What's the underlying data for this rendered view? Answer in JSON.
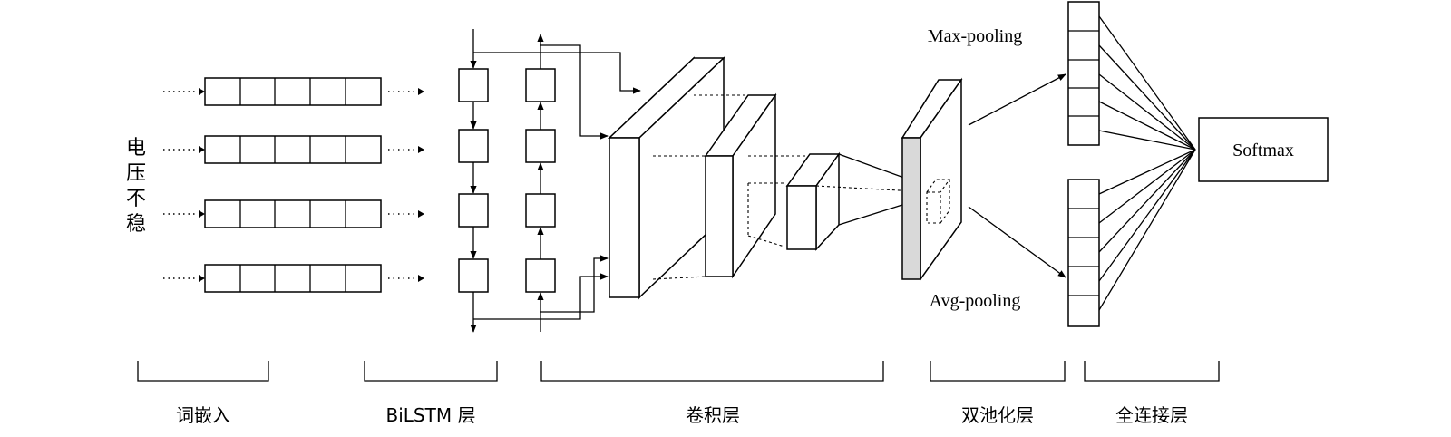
{
  "input": {
    "chars": [
      "电",
      "压",
      "不",
      "稳"
    ]
  },
  "pooling": {
    "max_label": "Max-pooling",
    "avg_label": "Avg-pooling"
  },
  "output": {
    "softmax_label": "Softmax"
  },
  "sections": {
    "embedding": "词嵌入",
    "bilstm": "BiLSTM 层",
    "conv": "卷积层",
    "pool": "双池化层",
    "fc": "全连接层"
  }
}
